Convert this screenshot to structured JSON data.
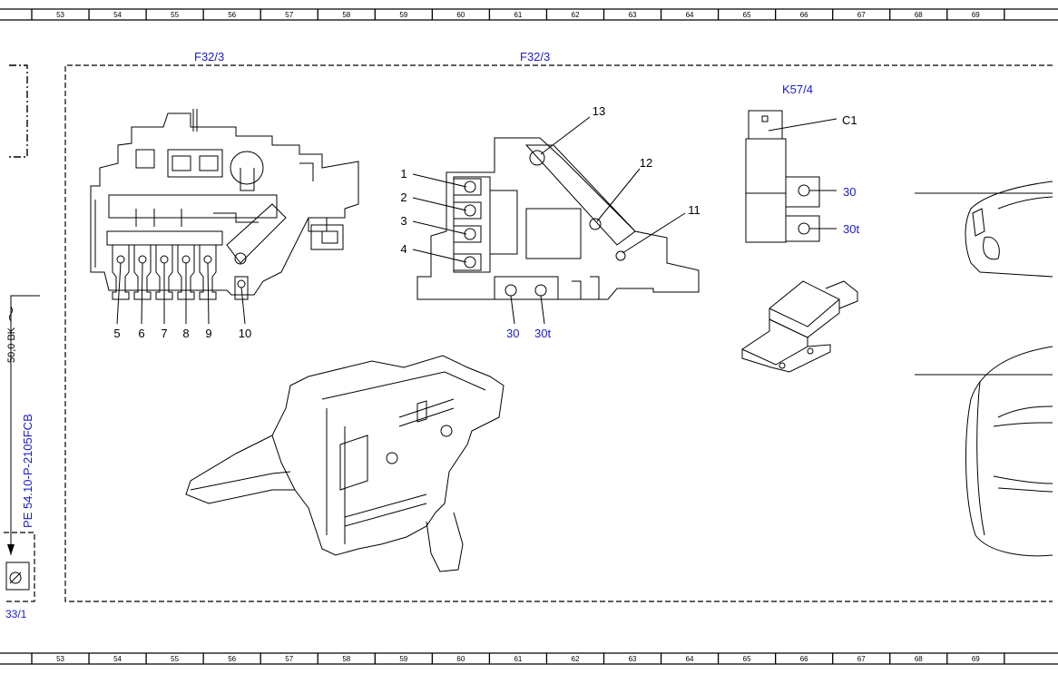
{
  "ruler": {
    "top_numbers": [
      "53",
      "54",
      "55",
      "56",
      "57",
      "58",
      "59",
      "60",
      "61",
      "62",
      "63",
      "64",
      "65",
      "66",
      "67",
      "68",
      "69"
    ],
    "bottom_numbers": [
      "53",
      "54",
      "55",
      "56",
      "57",
      "58",
      "59",
      "60",
      "61",
      "62",
      "63",
      "64",
      "65",
      "66",
      "67",
      "68",
      "69"
    ]
  },
  "labels": {
    "f32_left": "F32/3",
    "f32_right": "F32/3",
    "k57": "K57/4",
    "c1": "C1",
    "k57_30": "30",
    "k57_30t": "30t",
    "fuse_30": "30",
    "fuse_30t": "30t",
    "wire_color": "50,0 BK",
    "pe_ref": "PE 54.10-P-2105FCB",
    "bottom_ref": "33/1"
  },
  "callouts_left": [
    "5",
    "6",
    "7",
    "8",
    "9",
    "10"
  ],
  "callouts_right": [
    "1",
    "2",
    "3",
    "4",
    "11",
    "12",
    "13"
  ],
  "colors": {
    "reference_blue": "#1a1acc",
    "line": "#000000"
  }
}
